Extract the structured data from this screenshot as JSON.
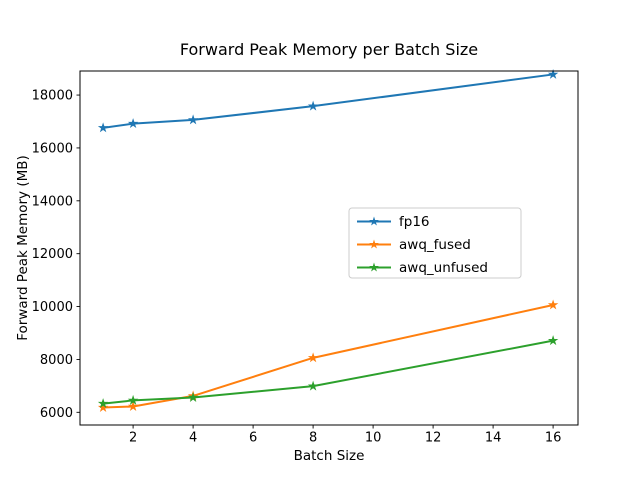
{
  "figure": {
    "background": "#ffffff"
  },
  "chart_data": {
    "type": "line",
    "title": "Forward Peak Memory per Batch Size",
    "xlabel": "Batch Size",
    "ylabel": "Forward Peak Memory (MB)",
    "x": [
      1,
      2,
      4,
      8,
      16
    ],
    "series": [
      {
        "name": "fp16",
        "color": "#1f77b4",
        "marker": "star",
        "values": [
          16760,
          16920,
          17060,
          17580,
          18780
        ]
      },
      {
        "name": "awq_fused",
        "color": "#ff7f0e",
        "marker": "star",
        "values": [
          6180,
          6220,
          6620,
          8060,
          10060
        ]
      },
      {
        "name": "awq_unfused",
        "color": "#2ca02c",
        "marker": "star",
        "values": [
          6330,
          6450,
          6560,
          6990,
          8710
        ]
      }
    ],
    "xticks": [
      2,
      4,
      6,
      8,
      10,
      12,
      14,
      16
    ],
    "yticks": [
      6000,
      8000,
      10000,
      12000,
      14000,
      16000,
      18000
    ],
    "xlim": [
      0.23,
      16.83
    ],
    "ylim": [
      5520,
      18910
    ],
    "grid": false,
    "legend": {
      "position": "center-right",
      "entries": [
        "fp16",
        "awq_fused",
        "awq_unfused"
      ]
    },
    "axis_color": "#000000"
  }
}
